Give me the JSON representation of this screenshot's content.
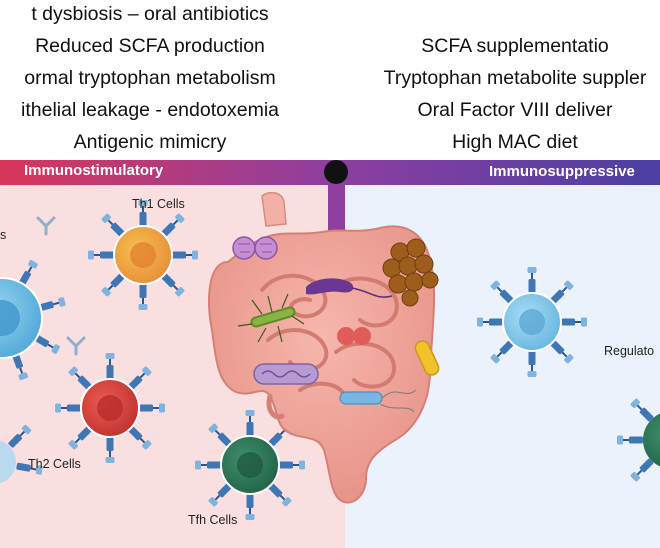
{
  "left_factors": [
    "t dysbiosis – oral antibiotics",
    "Reduced SCFA production",
    "ormal tryptophan metabolism",
    "ithelial leakage  - endotoxemia",
    "Antigenic mimicry"
  ],
  "right_factors": [
    "SCFA supplementatio",
    "Tryptophan metabolite suppler",
    "Oral Factor VIII deliver",
    "High MAC diet"
  ],
  "bar": {
    "left_label": "Immunostimulatory",
    "right_label": "Immunosuppressive"
  },
  "cells": {
    "th1": "Th1 Cells",
    "th2": "Th2 Cells",
    "tfh": "Tfh Cells",
    "partial_left": "s",
    "regulatory": "Regulato"
  },
  "colors": {
    "left_panel": "#f9dfe0",
    "right_panel": "#ecf2fb",
    "bar_left": "#d8365a",
    "bar_mid": "#8e3fa0",
    "bar_right": "#4b3fa3",
    "th1": "#f0a43a",
    "th2": "#d9453d",
    "tfh": "#2f7a5b",
    "treg": "#7cc6ec",
    "b_cell": "#6fc3e8"
  }
}
